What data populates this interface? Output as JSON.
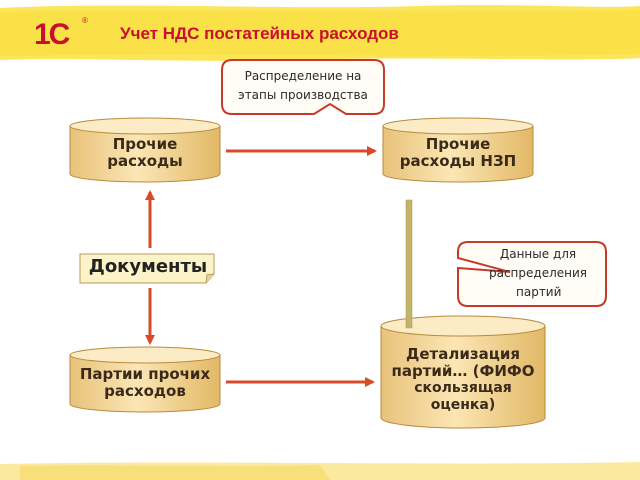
{
  "header": {
    "logo_text": "1С",
    "logo_mark": "®",
    "title": "Учет НДС постатейных расходов"
  },
  "nodes": {
    "other_expenses": {
      "line1": "Прочие",
      "line2": "расходы"
    },
    "other_expenses_wip": {
      "line1": "Прочие",
      "line2": "расходы НЗП"
    },
    "documents": "Документы",
    "batches": {
      "line1": "Партии прочих",
      "line2": "расходов"
    },
    "detail": {
      "line1": "Детализация",
      "line2": "партий… (ФИФО",
      "line3": "скользящая",
      "line4": "оценка)"
    }
  },
  "callouts": {
    "distribution": {
      "line1": "Распределение на",
      "line2": "этапы производства"
    },
    "batch_data": {
      "line1": "Данные для",
      "line2": "распределения",
      "line3": "партий"
    }
  },
  "colors": {
    "accent_red": "#c8102e",
    "arrow_red": "#d94a2a",
    "callout_border": "#c83a28",
    "cylinder_fill": "#f3d79a",
    "band_yellow": "#f8e04a"
  }
}
